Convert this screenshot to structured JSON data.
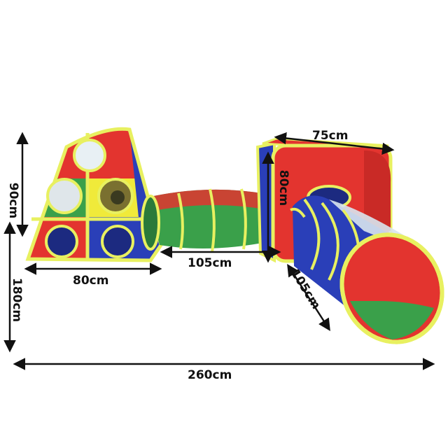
{
  "labels": {
    "tent_width": "75cm",
    "cube_height": "80cm",
    "pyramid_height": "90cm",
    "pyramid_width": "80cm",
    "tunnel_length": "105cm",
    "tunnel2_length": "105cm",
    "total_depth": "180cm",
    "total_width": "260cm"
  },
  "colors": {
    "red": "#e3342f",
    "green": "#3aa04a",
    "blue": "#2a3fb8",
    "yellow": "#f0ea3a",
    "trim": "#e8f060"
  }
}
